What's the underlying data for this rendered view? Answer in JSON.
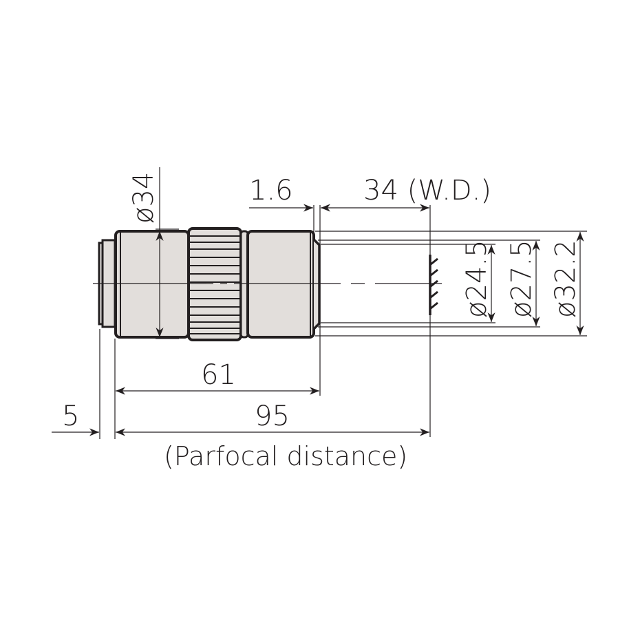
{
  "diagram": {
    "type": "objective-lens-dimension-drawing",
    "colors": {
      "line": "#231f20",
      "body": "#e2dedb",
      "background": "#ffffff"
    },
    "dimensions": {
      "body_diameter": "ø34",
      "barrel_offset": "1.6",
      "working_distance": "34 (W.D.)",
      "front_diameter_1": "ø24.5",
      "front_diameter_2": "ø27.5",
      "front_diameter_3": "ø32.2",
      "body_length": "61",
      "thread_length": "5",
      "parfocal_length": "95",
      "parfocal_caption": "(Parfocal distance)"
    }
  }
}
